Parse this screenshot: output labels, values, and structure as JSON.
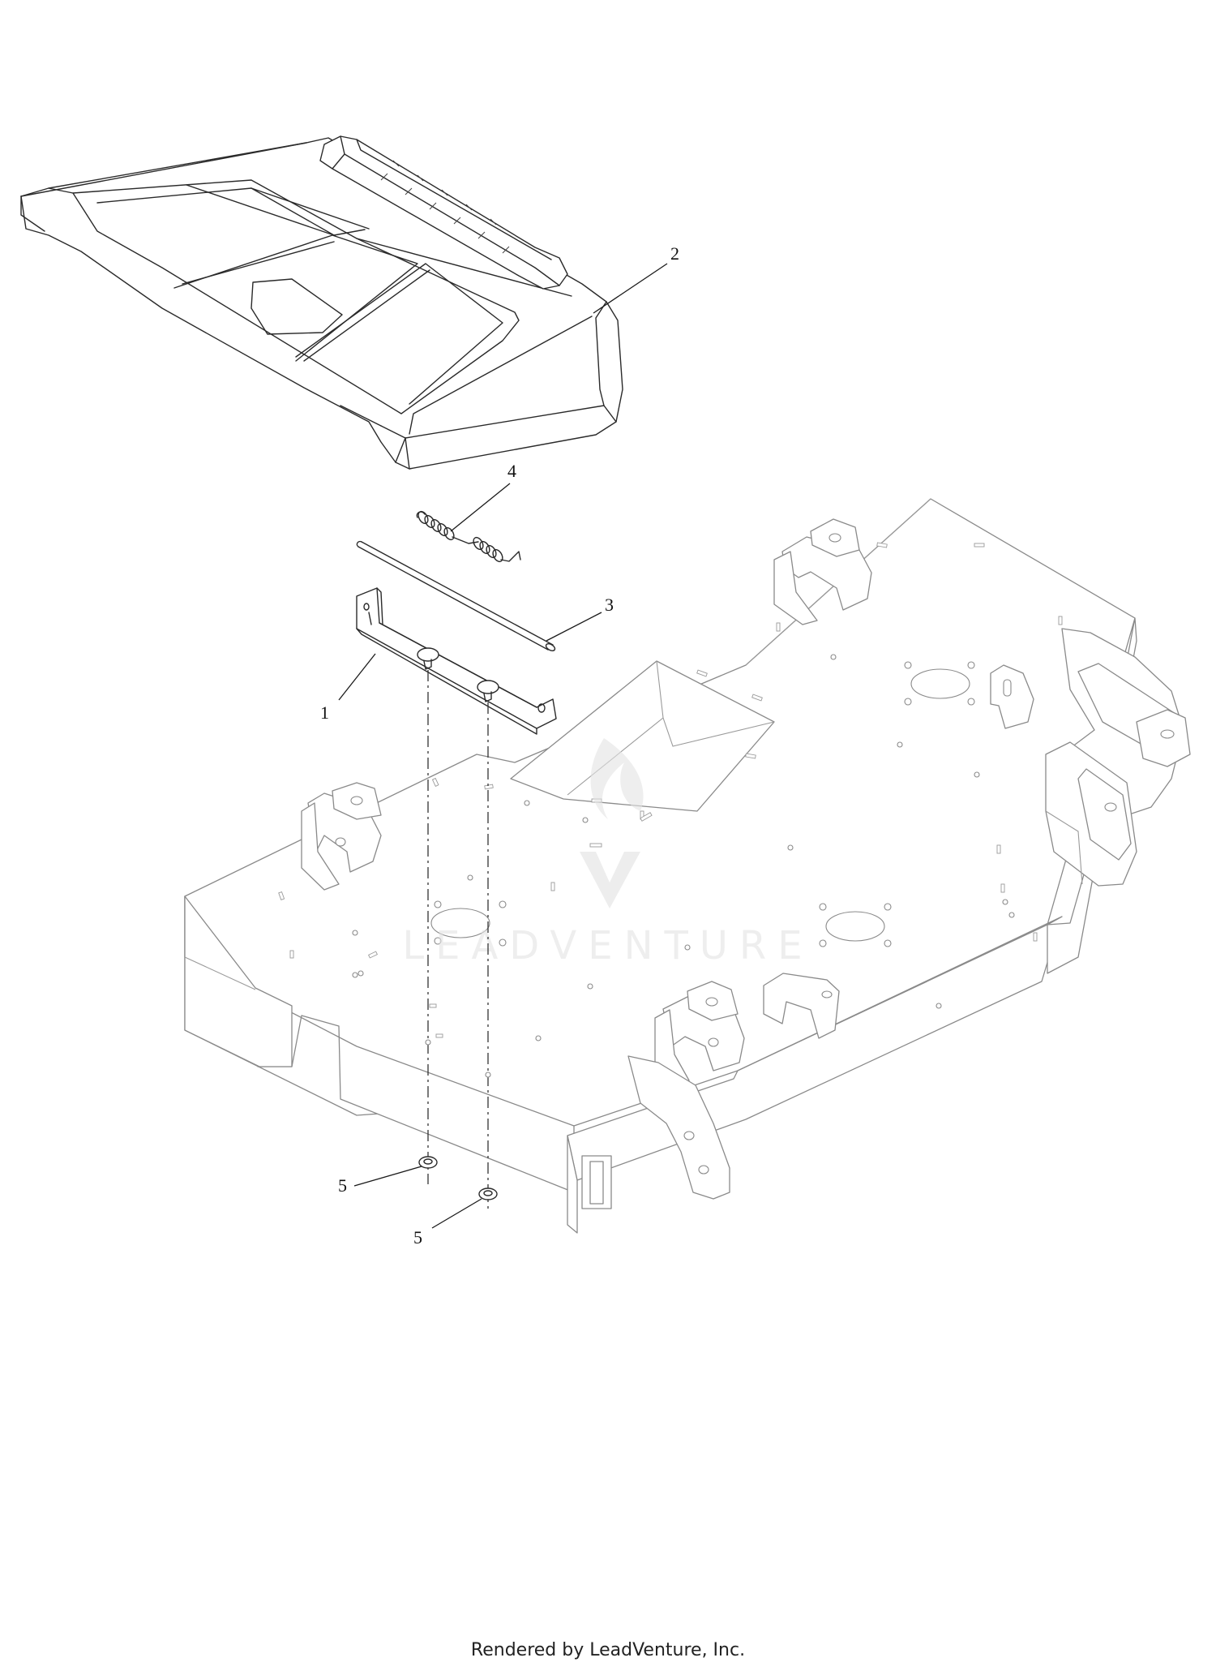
{
  "callouts": [
    {
      "id": "1",
      "label": "1"
    },
    {
      "id": "2",
      "label": "2"
    },
    {
      "id": "3",
      "label": "3"
    },
    {
      "id": "4",
      "label": "4"
    },
    {
      "id": "5a",
      "label": "5"
    },
    {
      "id": "5b",
      "label": "5"
    }
  ],
  "watermark": {
    "text": "LEADVENTURE"
  },
  "footer": {
    "text": "Rendered by LeadVenture, Inc."
  }
}
